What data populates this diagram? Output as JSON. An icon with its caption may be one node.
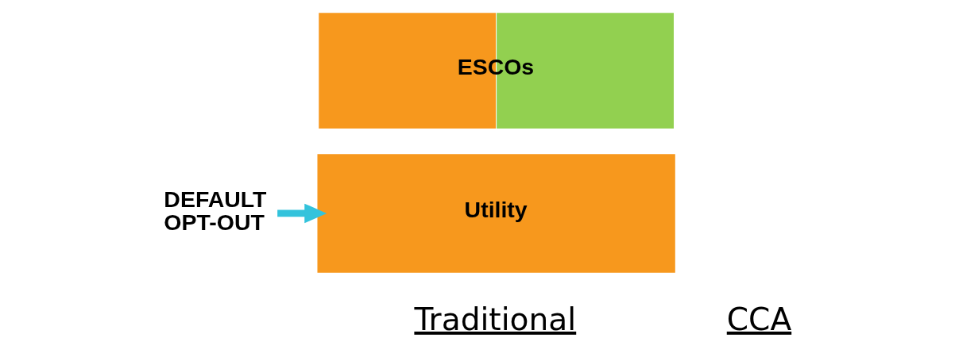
{
  "diagram": {
    "nodes": [
      {
        "text": [
          "ESCOs"
        ]
      },
      {
        "text": [
          "Utility"
        ]
      },
      {
        "text": [
          "DEFAULT OPT-OUT"
        ]
      }
    ],
    "edges": [
      {
        "from": 2,
        "to": 1,
        "arrow": "to",
        "color": "#33c3dc"
      }
    ],
    "labels": [
      "Traditional",
      "CCA"
    ]
  }
}
